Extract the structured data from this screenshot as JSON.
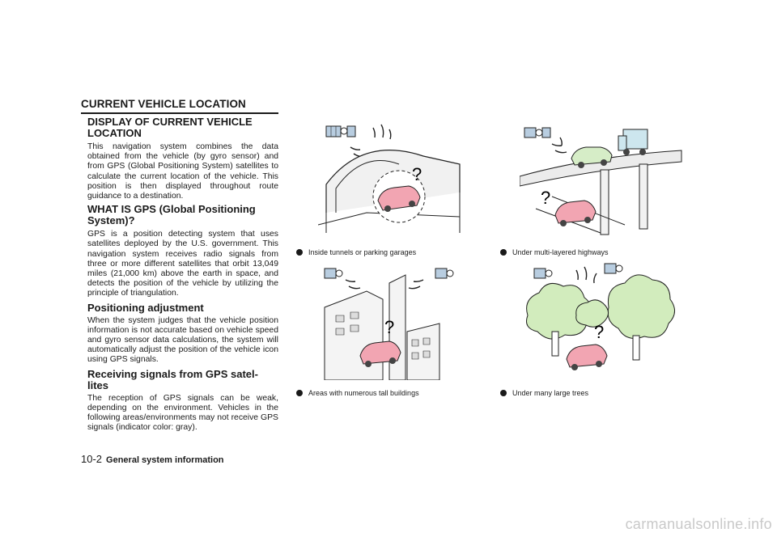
{
  "header": {
    "title": "CURRENT VEHICLE LOCATION"
  },
  "sections": {
    "display": {
      "heading": "DISPLAY OF CURRENT VEHICLE LOCATION",
      "body": "This navigation system combines the data obtained from the vehicle (by gyro sensor) and from GPS (Global Positioning System) satellites to calculate the current location of the vehicle. This position is then displayed throughout route guidance to a destination."
    },
    "gps": {
      "heading": "WHAT IS GPS (Global Positioning System)?",
      "body": "GPS is a position detecting system that uses satellites deployed by the U.S. government. This navigation system receives radio signals from three or more different satellites that orbit 13,049 miles (21,000 km) above the earth in space, and detects the position of the vehicle by utilizing the principle of triangulation."
    },
    "positioning": {
      "heading": "Positioning adjustment",
      "body": "When the system judges that the vehicle position information is not accurate based on vehicle speed and gyro sensor data calculations, the system will automatically adjust the position of the vehicle icon using GPS signals."
    },
    "receiving": {
      "heading": "Receiving signals from GPS satel-lites",
      "body": "The reception of GPS signals can be weak, depending on the environment. Vehicles in the following areas/environments may not receive GPS signals (indicator color: gray)."
    }
  },
  "illustrations": {
    "tunnel": {
      "caption": "Inside tunnels or parking garages"
    },
    "highway": {
      "caption": "Under multi-layered highways"
    },
    "buildings": {
      "caption": "Areas with numerous tall buildings"
    },
    "trees": {
      "caption": "Under many large trees"
    },
    "question_mark": "?"
  },
  "footer": {
    "page": "10-2",
    "title": "General system information"
  },
  "watermark": "carmanualsonline.info",
  "colors": {
    "car": "#f2a5b2",
    "truck": "#cde6ee",
    "green_car": "#d6edc7",
    "tree": "#d2ecbd",
    "panel": "#b8cde0"
  }
}
